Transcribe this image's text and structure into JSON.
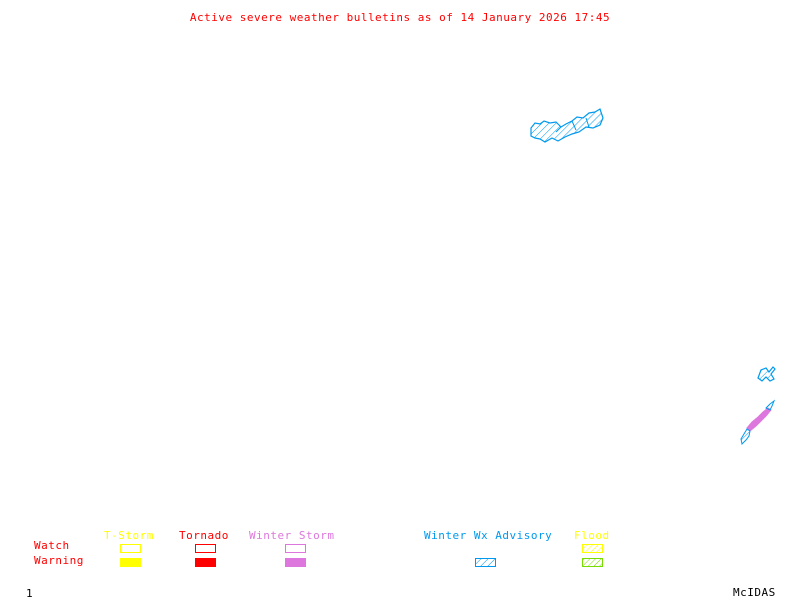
{
  "title": "Active severe weather bulletins as of 14 January 2026 17:45",
  "colors": {
    "title": "#ff0000",
    "tstorm": "#ffff00",
    "tornado": "#ff0000",
    "winter_storm": "#dd77dd",
    "winter_wx_advisory": "#0099ee",
    "flood_watch": "#ffff00",
    "flood_warning": "#77dd00",
    "row_label": "#ff0000",
    "footer": "#000000"
  },
  "legend": {
    "row_labels": {
      "watch": "Watch",
      "warning": "Warning"
    },
    "categories": [
      {
        "key": "tstorm",
        "label": "T-Storm"
      },
      {
        "key": "tornado",
        "label": "Tornado"
      },
      {
        "key": "winter_storm",
        "label": "Winter Storm"
      },
      {
        "key": "winter_wx_advisory",
        "label": "Winter Wx Advisory"
      },
      {
        "key": "flood",
        "label": "Flood"
      }
    ]
  },
  "map_areas": [
    {
      "type": "Winter Wx Advisory",
      "region": "upper"
    },
    {
      "type": "Winter Wx Advisory",
      "region": "east-small"
    },
    {
      "type": "Winter Storm Warning",
      "region": "east-coast"
    },
    {
      "type": "Winter Wx Advisory",
      "region": "east-coast-tail"
    }
  ],
  "footer": {
    "frame_number": "1",
    "software": "McIDAS"
  }
}
